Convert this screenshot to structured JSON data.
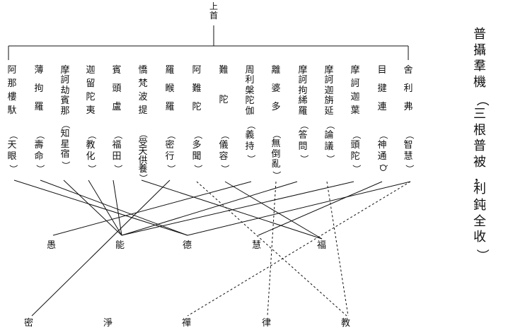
{
  "top_label": "上首",
  "title": "普攝羣機（三根普被，利鈍全收）",
  "disciples": [
    {
      "id": "shelifu",
      "name": "舍利弗",
      "note": "智慧"
    },
    {
      "id": "mujianlian",
      "name": "目揵連",
      "note": "神通"
    },
    {
      "id": "mohejiaye",
      "name": "摩訶迦葉",
      "note": "頭陀"
    },
    {
      "id": "mohejiazhanyan",
      "name": "摩訶迦旃延",
      "note": "論議"
    },
    {
      "id": "mohejuchiluo",
      "name": "摩訶拘絺羅",
      "note": "答問"
    },
    {
      "id": "lipoduo",
      "name": "離婆多",
      "note": "無倒亂"
    },
    {
      "id": "zhoulipantuojia",
      "name": "周利槃陀伽",
      "note": "義持"
    },
    {
      "id": "nantuo",
      "name": "難陀",
      "note": "儀容"
    },
    {
      "id": "anantuo",
      "name": "阿難陀",
      "note": "多聞"
    },
    {
      "id": "luohouluo",
      "name": "羅睺羅",
      "note": "密行"
    },
    {
      "id": "jiaofanboti",
      "name": "憍梵波提",
      "note": "受天供養"
    },
    {
      "id": "bintoulu",
      "name": "賓頭盧",
      "note": "福田"
    },
    {
      "id": "jialiutuoyi",
      "name": "迦留陀夷",
      "note": "教化"
    },
    {
      "id": "mohejiebinna",
      "name": "摩訶劫賓那",
      "note": "知星宿"
    },
    {
      "id": "bojuluo",
      "name": "薄拘羅",
      "note": "壽命"
    },
    {
      "id": "anlouduo",
      "name": "阿那樓馱",
      "note": "天眼"
    }
  ],
  "virtues": [
    {
      "id": "yu",
      "label": "愚"
    },
    {
      "id": "neng",
      "label": "能"
    },
    {
      "id": "de",
      "label": "德"
    },
    {
      "id": "hui",
      "label": "慧"
    },
    {
      "id": "fu",
      "label": "福"
    }
  ],
  "practices": [
    {
      "id": "mi",
      "label": "密"
    },
    {
      "id": "jing",
      "label": "淨"
    },
    {
      "id": "chan",
      "label": "禪"
    },
    {
      "id": "lv",
      "label": "律"
    },
    {
      "id": "jiao",
      "label": "教"
    }
  ]
}
